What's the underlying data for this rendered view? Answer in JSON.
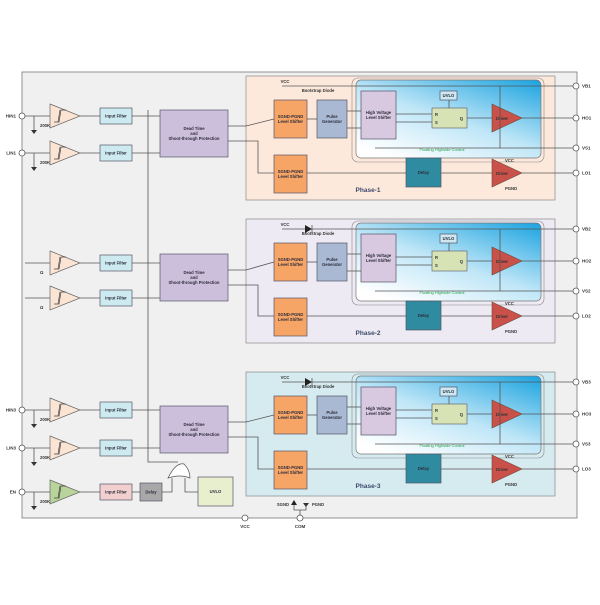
{
  "diagram": {
    "title": "Three-Phase Gate Driver Functional Block Diagram",
    "colors": {
      "chip_bg": "#f0f0f0",
      "phase1_bg": "#fde9dc",
      "phase2_bg": "#eeeaf3",
      "phase3_bg": "#d6ebf0",
      "input_filter": "#cdeaf0",
      "input_filter_en": "#f2d0d0",
      "dead_time": "#cbbfdc",
      "level_shifter": "#f7a566",
      "pulse_generator": "#a9b9d4",
      "hv_level_shifter": "#d8c9e0",
      "delay": "#2e8ba0",
      "driver": "#c9514a",
      "sr_latch": "#d7e3b5",
      "uvlo_main": "#e8efcf",
      "gray_delay": "#a8a8a8",
      "schmitt": "#fbe4d3",
      "schmitt_en": "#b9d49a",
      "floating_grad_top": "#1aa3e0",
      "floating_grad_bottom": "#ffffff"
    },
    "left_pins": [
      {
        "name": "HIN1",
        "pulldown": "200K Ω"
      },
      {
        "name": "LIN1",
        "pulldown": "200K Ω"
      },
      {
        "name": "",
        "pulldown": "Ω"
      },
      {
        "name": "",
        "pulldown": "Ω"
      },
      {
        "name": "HIN3",
        "pulldown": "200K Ω"
      },
      {
        "name": "LIN3",
        "pulldown": "200K Ω"
      },
      {
        "name": "EN",
        "pulldown": "200K Ω"
      }
    ],
    "input_filter_label": "Input Filter",
    "dead_time_lines": [
      "Dead Time",
      "and",
      "Shoot-through Protection"
    ],
    "enable_path": {
      "delay_label": "Delay",
      "uvlo_label": "UVLO"
    },
    "phases": [
      {
        "label": "Phase-1",
        "vcc_label": "VCC",
        "bootstrap_label": "Bootstrap Diode",
        "level_shifter_lines": [
          "SGND-PGND",
          "Level Shifter"
        ],
        "pulse_gen_lines": [
          "Pulse",
          "Generator"
        ],
        "hv_shifter_lines": [
          "High Voltage",
          "Level Shifter"
        ],
        "uvlo_label": "UVLO",
        "latch": {
          "r": "R",
          "s": "S",
          "q": "Q"
        },
        "driver_label": "Driver",
        "floating_label": "Floating Highside Control",
        "delay_label": "Delay",
        "low_vcc_label": "VCC",
        "low_pgnd_label": "PGND",
        "pins": [
          "VB1",
          "HO1",
          "VS1",
          "LO1"
        ]
      },
      {
        "label": "Phase-2",
        "vcc_label": "VCC",
        "bootstrap_label": "Bootstrap Diode",
        "level_shifter_lines": [
          "SGND-PGND",
          "Level Shifter"
        ],
        "pulse_gen_lines": [
          "Pulse",
          "Generator"
        ],
        "hv_shifter_lines": [
          "High Voltage",
          "Level Shifter"
        ],
        "uvlo_label": "UVLO",
        "latch": {
          "r": "R",
          "s": "S",
          "q": "Q"
        },
        "driver_label": "Driver",
        "floating_label": "Floating Highside Control",
        "delay_label": "Delay",
        "low_vcc_label": "VCC",
        "low_pgnd_label": "PGND",
        "pins": [
          "VB2",
          "HO2",
          "VS2",
          "LO2"
        ]
      },
      {
        "label": "Phase-3",
        "vcc_label": "VCC",
        "bootstrap_label": "Bootstrap Diode",
        "level_shifter_lines": [
          "SGND-PGND",
          "Level Shifter"
        ],
        "pulse_gen_lines": [
          "Pulse",
          "Generator"
        ],
        "hv_shifter_lines": [
          "High Voltage",
          "Level Shifter"
        ],
        "uvlo_label": "UVLO",
        "latch": {
          "r": "R",
          "s": "S",
          "q": "Q"
        },
        "driver_label": "Driver",
        "floating_label": "Floating Highside Control",
        "delay_label": "Delay",
        "low_vcc_label": "VCC",
        "low_pgnd_label": "PGND",
        "pins": [
          "VB3",
          "HO3",
          "VS3",
          "LO3"
        ]
      }
    ],
    "bottom": {
      "vcc_pin": "VCC",
      "com_pin": "COM",
      "sgnd_label": "SGND",
      "pgnd_label": "PGND"
    }
  }
}
